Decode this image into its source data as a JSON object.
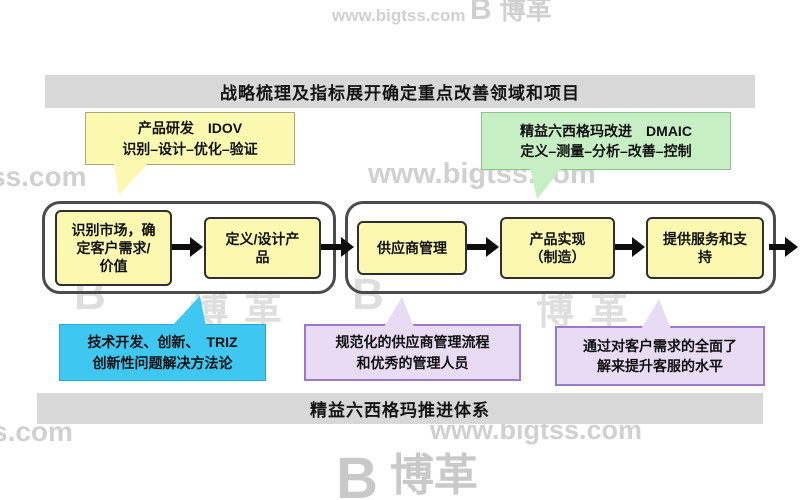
{
  "banners": {
    "top": "战略梳理及指标展开确定重点改善领域和项目",
    "bottom": "精益六西格玛推进体系"
  },
  "callouts": {
    "idov": {
      "title": "产品研发　IDOV",
      "subtitle": "识别–设计–优化–验证"
    },
    "dmaic": {
      "title": "精益六西格玛改进　DMAIC",
      "subtitle": "定义–测量–分析–改善–控制"
    },
    "triz": {
      "line1": "技术开发、创新、　TRIZ",
      "line2": "创新性问题解决方法论"
    },
    "supplier": {
      "line1": "规范化的供应商管理流程",
      "line2": "和优秀的管理人员"
    },
    "service": {
      "line1": "通过对客户需求的全面了",
      "line2": "解来提升客服的水平"
    }
  },
  "process": {
    "boxes": [
      {
        "lines": [
          "识别市场，确",
          "定客户需求/",
          "价值"
        ]
      },
      {
        "lines": [
          "定义/设计产",
          "品"
        ]
      },
      {
        "lines": [
          "供应商管理"
        ]
      },
      {
        "lines": [
          "产品实现",
          "（制造）"
        ]
      },
      {
        "lines": [
          "提供服务和支",
          "持"
        ]
      }
    ]
  },
  "watermarks": {
    "url": "www.bigtss.com",
    "partial_left_mid": "ss.com",
    "partial_left_bottom": "s.com",
    "logo_letter": "B",
    "logo_text": "博革"
  },
  "colors": {
    "banner_bg": "#d8d8d8",
    "process_box_fill": "#fbf8b0",
    "idov_fill": "#fbf8b0",
    "dmaic_fill": "#c6f0c4",
    "triz_fill": "#3ec7f0",
    "supplier_fill": "#e7dcf3",
    "service_fill": "#e7dcf3",
    "purple_border": "#9c7ac8",
    "arrow": "#0d0d0d"
  }
}
